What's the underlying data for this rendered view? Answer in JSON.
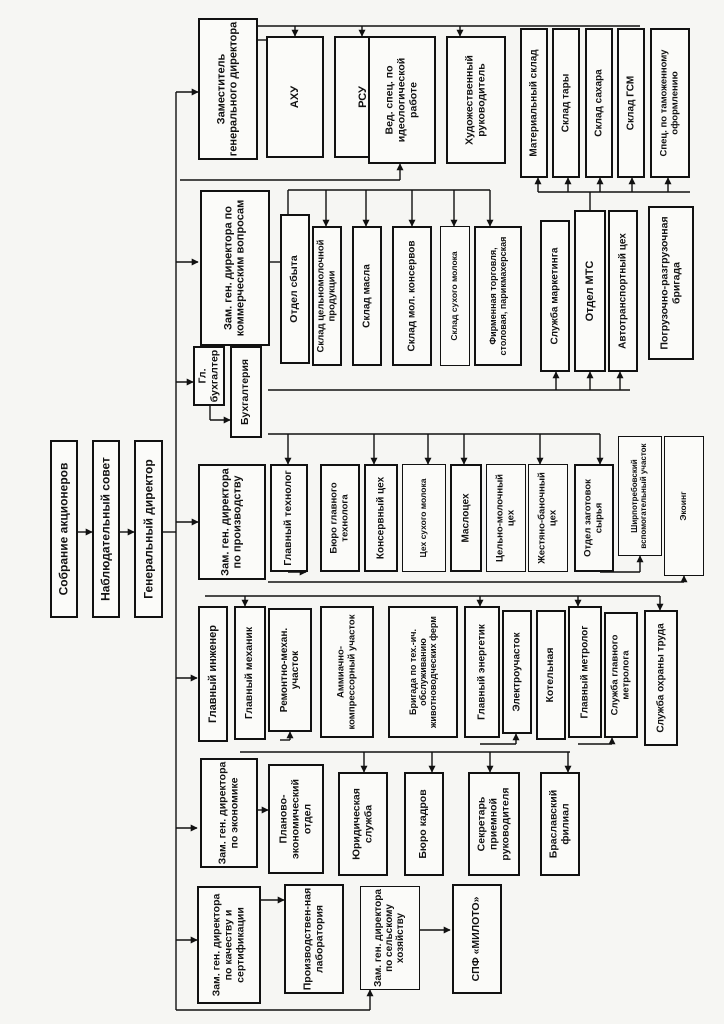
{
  "nodes": {
    "n_sobranie": "Собрание акционеров",
    "n_nabl": "Наблюдательный совет",
    "n_gendir": "Генеральный директор",
    "n_zam_gen": "Заместитель генерального директора",
    "n_ahu": "АХУ",
    "n_rsu": "РСУ",
    "n_ved_spec": "Вед. спец. по идеологической работе",
    "n_hud_ruk": "Художественный руководитель",
    "n_mat_sklad": "Материальный склад",
    "n_sklad_tary": "Склад тары",
    "n_sklad_sahara": "Склад сахара",
    "n_sklad_gsm": "Склад ГСМ",
    "n_spec_tam": "Спец. по таможенному оформлению",
    "n_zam_kom": "Зам. ген. директора по коммерческим вопросам",
    "n_otdel_sbyta": "Отдел сбыта",
    "n_sklad_moloch": "Склад цельномолочной продукции",
    "n_sklad_masla": "Склад масла",
    "n_sklad_mol_kons": "Склад мол. консервов",
    "n_sklad_suh": "Склад сухого молока",
    "n_firm": "Фирменная торговля, столовая, парикмахерская",
    "n_marketing": "Служба маркетинга",
    "n_otdel_mts": "Отдел МТС",
    "n_avtotrans": "Автотранспортный цех",
    "n_pogruz": "Погрузочно-разгрузочная бригада",
    "n_gl_buh": "Гл. бухгалтер",
    "n_buhgalteria": "Бухгалтерия",
    "n_zam_proizv": "Зам. ген. директора по производству",
    "n_gl_tehnolog": "Главный технолог",
    "n_buro_gl_teh": "Бюро главного технолога",
    "n_konserv_ceh": "Консервный цех",
    "n_ceh_suh": "Цех сухого молока",
    "n_maslocex": "Маслоцех",
    "n_celno_ceh": "Цельно-молочный цех",
    "n_zhestyano": "Жестяно-баночный цех",
    "n_otdel_zagot": "Отдел заготовок сырья",
    "n_shir_uchastok": "Ширпотребовский вспомогательный участок",
    "n_ekoing": "Экоинг",
    "n_gl_inzh": "Главный инженер",
    "n_gl_meh": "Главный механик",
    "n_remont": "Ремонтно-механ. участок",
    "n_ammiak": "Аммиачно-компрессорный участок",
    "n_brigada_teh": "Бригада по тех.-ич. обслуживанию животноводческих ферм",
    "n_gl_energ": "Главный энергетик",
    "n_elektro": "Электроучасток",
    "n_kotelnaya": "Котельная",
    "n_gl_metrolog": "Главный метролог",
    "n_sl_metrolog": "Служба главного метролога",
    "n_ohrana": "Служба охраны труда",
    "n_zam_ekon": "Зам. ген. директора по экономике",
    "n_plan_ekon": "Планово-экономический отдел",
    "n_yurid": "Юридическая служба",
    "n_buro_kadrov": "Бюро кадров",
    "n_sekretar": "Секретарь приемной руководителя",
    "n_braslav": "Браславский филиал",
    "n_zam_kach": "Зам. ген. директора по качеству и сертификации",
    "n_proizv_lab": "Производствен-ная лаборатория",
    "n_zam_selsk": "Зам. ген. директора по сельскому хозяйству",
    "n_spf": "СПФ «МИЛОТО»"
  }
}
